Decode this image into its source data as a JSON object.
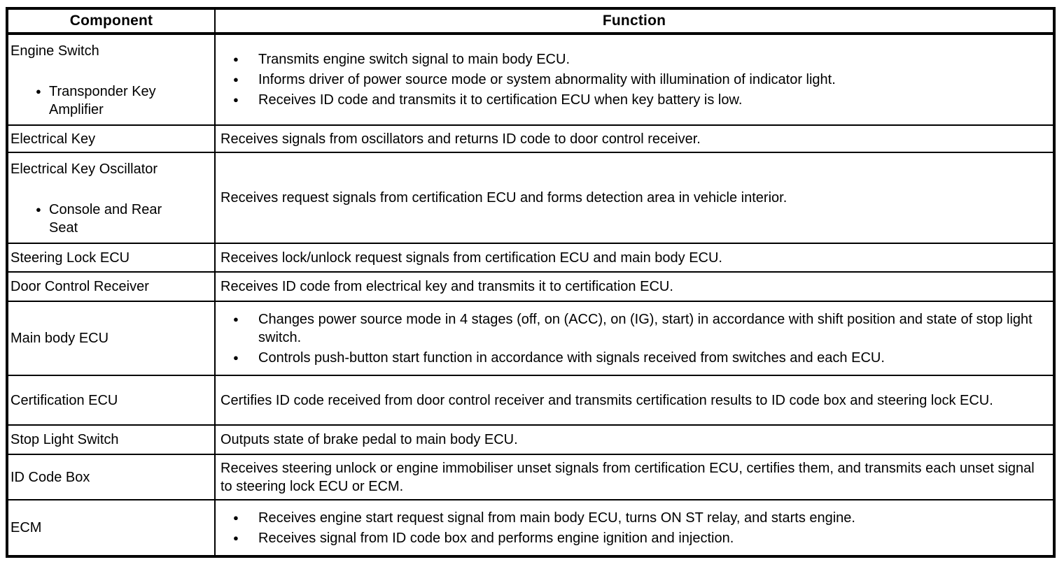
{
  "icons": {
    "bullet": "●"
  },
  "table": {
    "headers": {
      "component": "Component",
      "function": "Function"
    },
    "rows": [
      {
        "component": "Engine Switch",
        "component_items": [
          "Transponder Key Amplifier"
        ],
        "function_items": [
          "Transmits engine switch signal to main body ECU.",
          "Informs driver of power source mode or system abnormality with illumination of indicator light.",
          "Receives ID code and transmits it to certification ECU when key battery is low."
        ]
      },
      {
        "component": "Electrical Key",
        "function_text": "Receives signals from oscillators and returns ID code to door control receiver."
      },
      {
        "component": "Electrical Key Oscillator",
        "component_items": [
          "Console and Rear Seat"
        ],
        "function_text": "Receives request signals from certification ECU and forms detection area in vehicle interior."
      },
      {
        "component": "Steering Lock ECU",
        "function_text": "Receives lock/unlock request signals from certification ECU and main body ECU."
      },
      {
        "component": "Door Control Receiver",
        "function_text": "Receives ID code from electrical key and transmits it to certification ECU."
      },
      {
        "component": "Main body ECU",
        "function_items": [
          "Changes power source mode in 4 stages (off, on (ACC), on (IG), start) in accordance with shift position and state of stop light switch.",
          "Controls push-button start function in accordance with signals received from switches and each ECU."
        ]
      },
      {
        "component": "Certification ECU",
        "function_text": "Certifies ID code received from door control receiver and transmits certification results to ID code box and steering lock ECU."
      },
      {
        "component": "Stop Light Switch",
        "function_text": "Outputs state of brake pedal to main body ECU."
      },
      {
        "component": "ID Code Box",
        "function_text": "Receives steering unlock or engine immobiliser unset signals from certification ECU, certifies them, and transmits each unset signal to steering lock ECU or ECM."
      },
      {
        "component": "ECM",
        "function_items": [
          "Receives engine start request signal from main body ECU, turns ON ST relay, and starts engine.",
          "Receives signal from ID code box and performs engine ignition and injection."
        ]
      }
    ]
  }
}
